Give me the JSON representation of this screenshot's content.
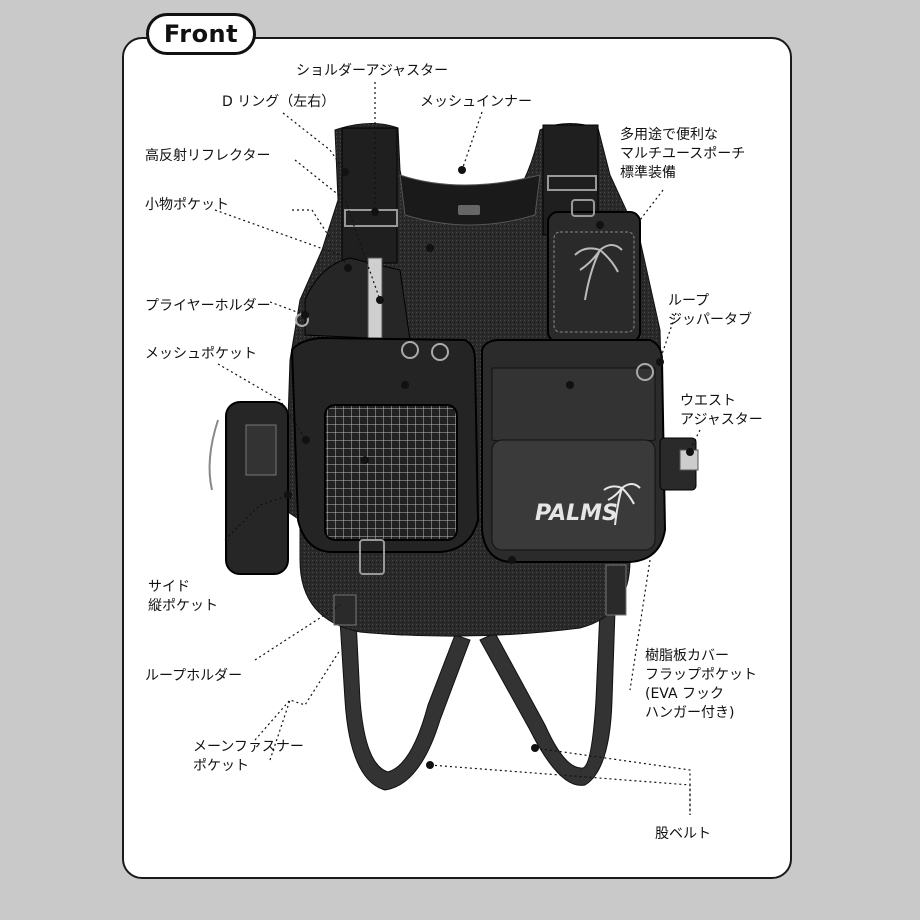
{
  "tab": {
    "title": "Front"
  },
  "colors": {
    "background": "#c9c9c9",
    "panel": "#ffffff",
    "ink": "#111111",
    "vest": "#2b2b2b"
  },
  "vest": {
    "logo": "PALMS"
  },
  "labels": {
    "shoulder_adjuster": "ショルダーアジャスター",
    "d_ring": "D リング（左右）",
    "mesh_inner": "メッシュインナー",
    "reflector": "高反射リフレクター",
    "multi_pouch": "多用途で便利な\nマルチユースポーチ\n標準装備",
    "small_pocket": "小物ポケット",
    "loop_zipper_tab": "ループ\nジッパータブ",
    "plier_holder": "プライヤーホルダー",
    "mesh_pocket": "メッシュポケット",
    "waist_adjuster": "ウエスト\nアジャスター",
    "side_pocket": "サイド\n縦ポケット",
    "resin_flap_pocket": "樹脂板カバー\nフラップポケット\n(EVA フック\nハンガー付き)",
    "loop_holder": "ループホルダー",
    "main_pocket": "メーンファスナー\nポケット",
    "crotch_belt": "股ベルト"
  }
}
